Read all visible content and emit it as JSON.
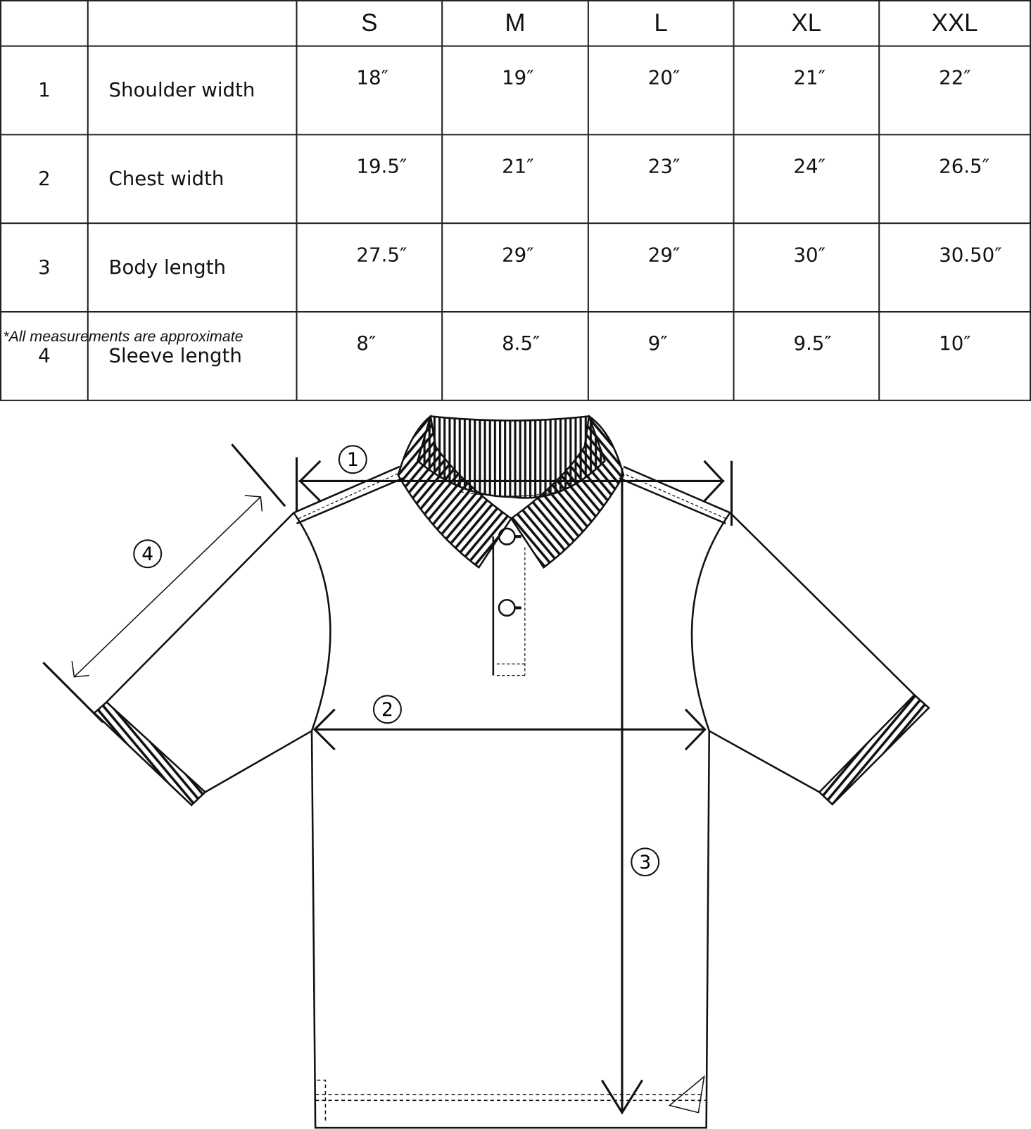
{
  "table": {
    "sizes": [
      "S",
      "M",
      "L",
      "XL",
      "XXL"
    ],
    "rows": [
      {
        "num": "1",
        "label": "Shoulder width",
        "values": [
          "18″",
          "19″",
          "20″",
          "21″",
          "22″"
        ]
      },
      {
        "num": "2",
        "label": "Chest width",
        "values": [
          "19.5″",
          "21″",
          "23″",
          "24″",
          "26.5″"
        ]
      },
      {
        "num": "3",
        "label": "Body length",
        "values": [
          "27.5″",
          "29″",
          "29″",
          "30″",
          "30.50″"
        ]
      },
      {
        "num": "4",
        "label": "Sleeve length",
        "values": [
          "8″",
          "8.5″",
          "9″",
          "9.5″",
          "10″"
        ]
      }
    ]
  },
  "footnote": "*All measurements are approximate",
  "diagram": {
    "markers": [
      "1",
      "2",
      "3",
      "4"
    ]
  }
}
